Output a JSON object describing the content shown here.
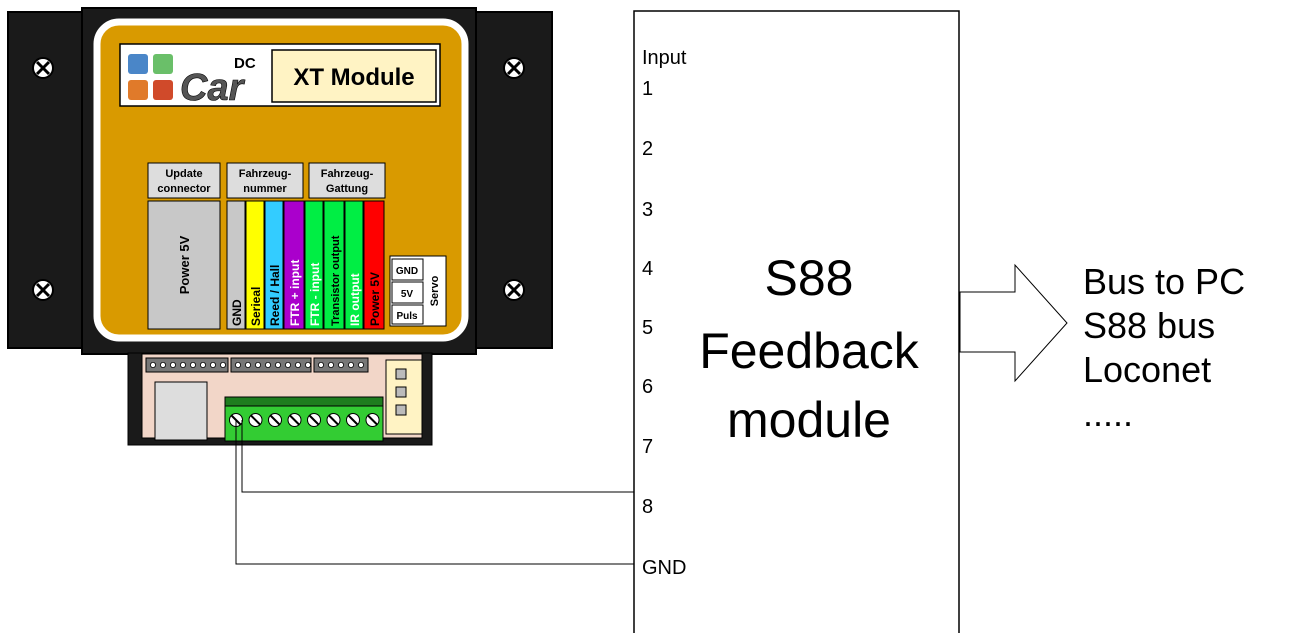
{
  "colors": {
    "body_dark": "#1a1a1a",
    "module_gold": "#d99a00",
    "title_bg": "#fff3c4",
    "pin_gray": "#c8c8c8",
    "pin_yellow": "#ffff00",
    "pin_cyan": "#33ccff",
    "pin_purple": "#aa00cc",
    "pin_green": "#00ee44",
    "pin_red": "#ff0000",
    "terminal_green": "#33cc33",
    "connector_bg": "#f2d6c8"
  },
  "logo": {
    "brand": "Car",
    "brand_super": "DC",
    "module_title": "XT Module"
  },
  "headers": {
    "update": [
      "Update",
      "connector"
    ],
    "fahrzeug_nummer": [
      "Fahrzeug-",
      "nummer"
    ],
    "fahrzeug_gattung": [
      "Fahrzeug-",
      "Gattung"
    ]
  },
  "pins": {
    "power_big": "Power 5V",
    "strips": [
      "GND",
      "Serieal",
      "Reed / Hall",
      "FTR + input",
      "FTR - input",
      "Transistor output",
      "IR output",
      "Power 5V"
    ]
  },
  "servo": {
    "rows": [
      "GND",
      "5V",
      "Puls"
    ],
    "label": "Servo"
  },
  "feedback": {
    "header": "Input",
    "inputs": [
      "1",
      "2",
      "3",
      "4",
      "5",
      "6",
      "7",
      "8"
    ],
    "gnd": "GND",
    "title_lines": [
      "S88",
      "Feedback",
      "module"
    ]
  },
  "bus": {
    "lines": [
      "Bus to PC",
      "S88 bus",
      "Loconet",
      "....."
    ]
  }
}
